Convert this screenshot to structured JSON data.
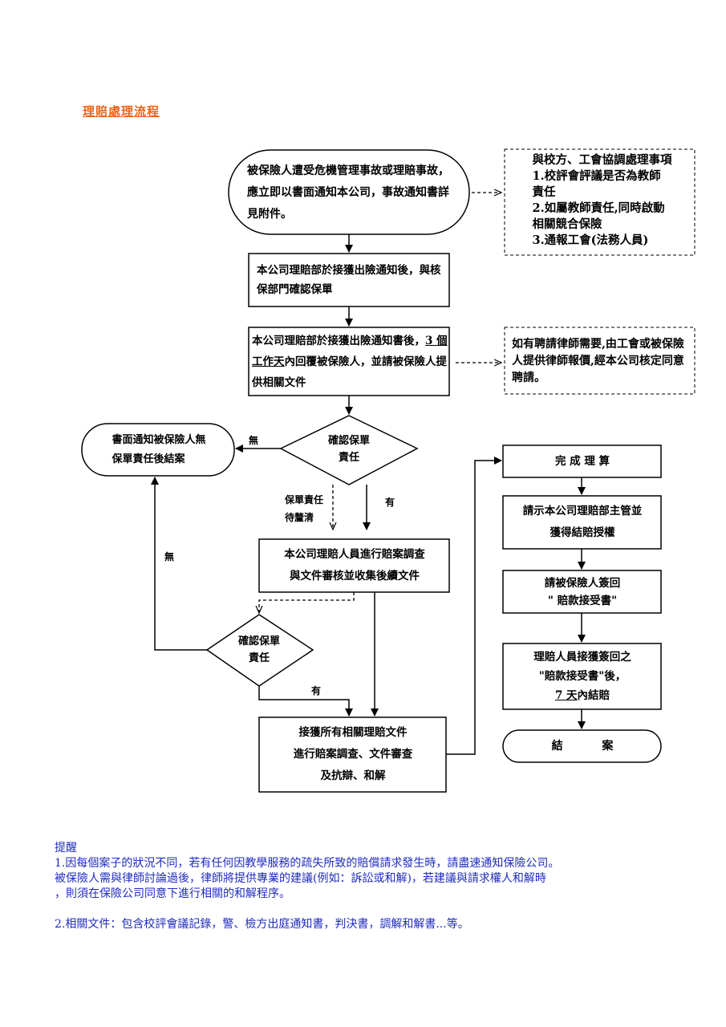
{
  "title": "理賠處理流程",
  "nodes": {
    "start": "被保險人遭受危機管理事故或理賠事故，應立即以書面通知本公司，事故通知書詳見附件。",
    "coordination": "與校方、工會協調處理事項\n1.校評會評議是否為教師\n   責任\n2.如屬教師責任,同時啟動\n   相關競合保險\n3.通報工會(法務人員)",
    "confirm_policy": "本公司理賠部於接獲出險通知後，與核保部門確認保單",
    "reply_prefix": "本公司理賠部於接獲出險通知書後，",
    "reply_days": "3 個工作天",
    "reply_suffix": "內回覆被保險人，並請被保險人提供相關文件",
    "lawyer_note": "如有聘請律師需要,由工會或被保險人提供律師報價,經本公司核定同意聘請。",
    "decision1": "確認保單\n責任",
    "written_notice": "書面通知被保險人無\n保單責任後結案",
    "investigate": "本公司理賠人員進行賠案調查\n與文件審核並收集後續文件",
    "decision2": "確認保單\n責任",
    "receive_all": "接獲所有相關理賠文件\n進行賠案調查、文件審查\n及抗辯、和解",
    "complete": "完 成 理 算",
    "approval": "請示本公司理賠部主管並\n獲得結賠授權",
    "sign_back": "請被保險人簽回\n\" 賠款接受書\"",
    "signed_prefix": "理賠人員接獲簽回之\n\"賠款接受書\"後，",
    "signed_days": "7 天",
    "signed_suffix": "內結賠",
    "close": "結          案"
  },
  "labels": {
    "no1": "無",
    "no2": "無",
    "yes1": "有",
    "yes2": "有",
    "pending": "保單責任\n待釐清"
  },
  "notes": {
    "heading": "提醒",
    "item1": "1.因每個案子的狀況不同，若有任何因教學服務的疏失所致的賠償請求發生時，請盡速通知保險公司。\n   被保險人需與律師討論過後，律師將提供專業的建議(例如：訴訟或和解)，若建議與請求權人和解時\n   ，則須在保險公司同意下進行相關的和解程序。",
    "item2": "2.相關文件：包含校評會議記錄，警、檢方出庭通知書，判決書，調解和解書...等。"
  },
  "colors": {
    "title": "#e8661c",
    "notes": "#1f2bbf"
  }
}
